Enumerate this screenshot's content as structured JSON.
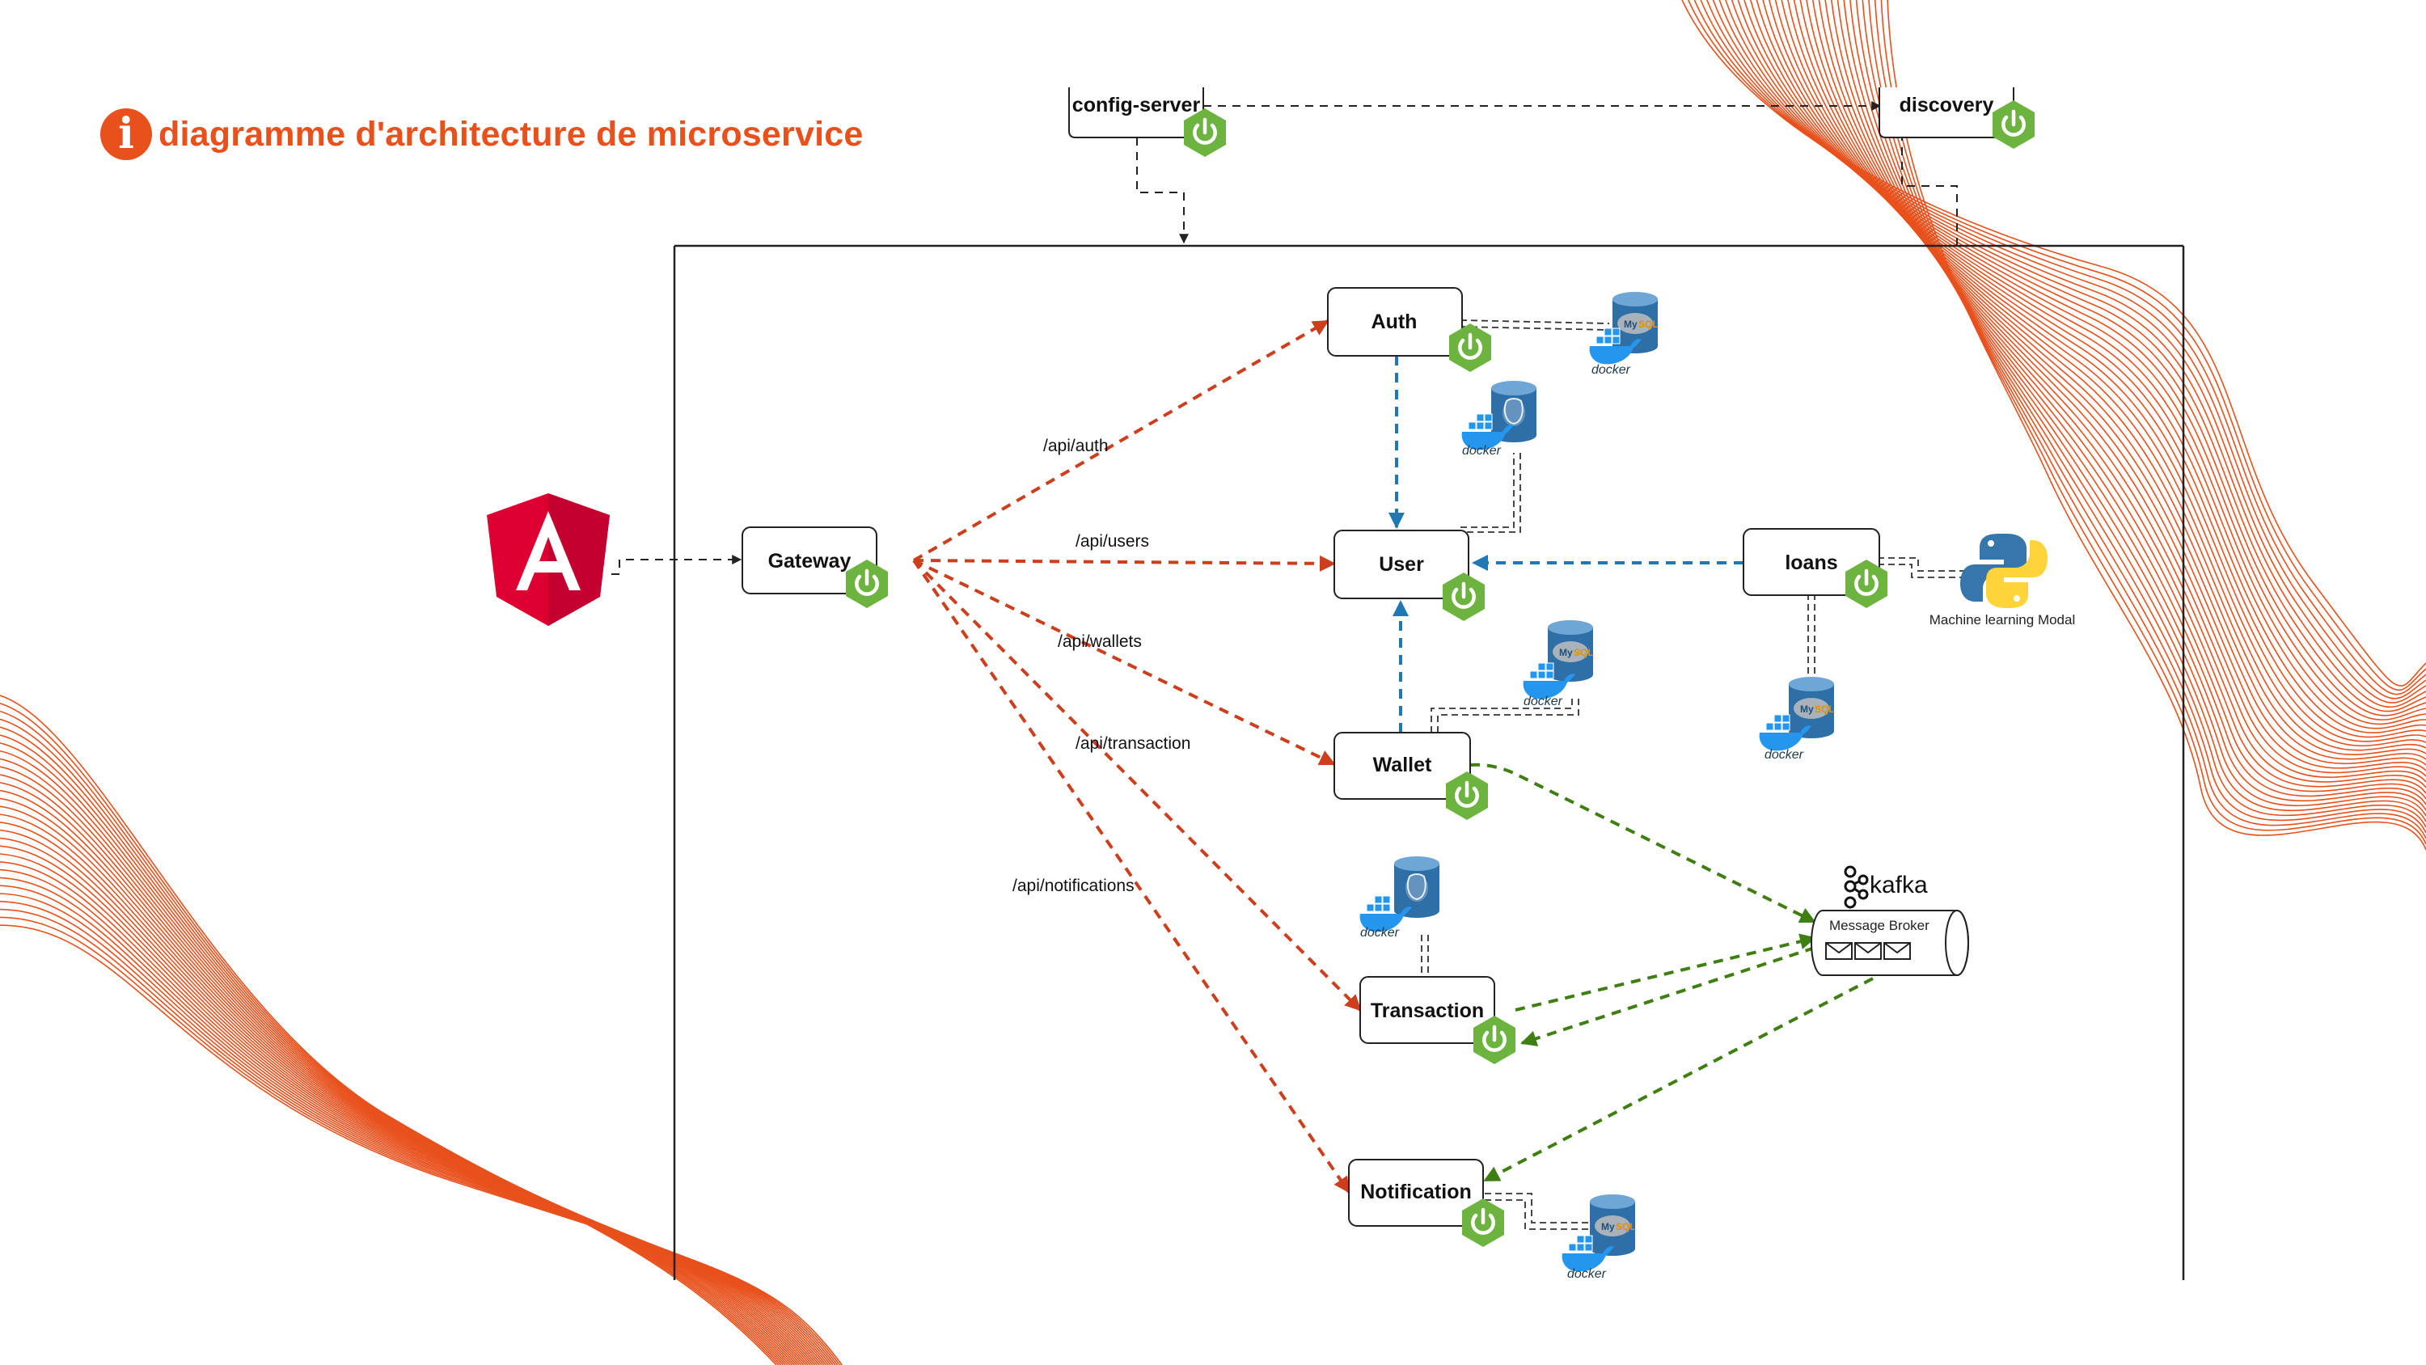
{
  "title": "diagramme d'architecture de microservice",
  "colors": {
    "accent": "#e8501c",
    "gateway_routes": "#cc3e1c",
    "service_calls": "#1f78b4",
    "kafka_events": "#3f7f12",
    "spring": "#6db33f",
    "angular": "#dd0031"
  },
  "services": {
    "config_server": "config-server",
    "discovery": "discovery",
    "gateway": "Gateway",
    "auth": "Auth",
    "user": "User",
    "loans": "loans",
    "wallet": "Wallet",
    "transaction": "Transaction",
    "notification": "Notification"
  },
  "routes": {
    "auth": "/api/auth",
    "users": "/api/users",
    "wallets": "/api/wallets",
    "transaction": "/api/transaction",
    "notifications": "/api/notifications"
  },
  "kafka": {
    "name": "kafka",
    "broker_label": "Message Broker"
  },
  "ml": {
    "label": "Machine learning Modal"
  },
  "docker_label": "docker",
  "icons": {
    "frontend": "angular-logo-icon",
    "service": "spring-power-icon",
    "mysql": "mysql-database-icon",
    "postgres": "postgresql-database-icon",
    "docker": "docker-whale-icon",
    "python": "python-logo-icon",
    "kafka": "kafka-logo-icon",
    "info": "info-icon"
  }
}
